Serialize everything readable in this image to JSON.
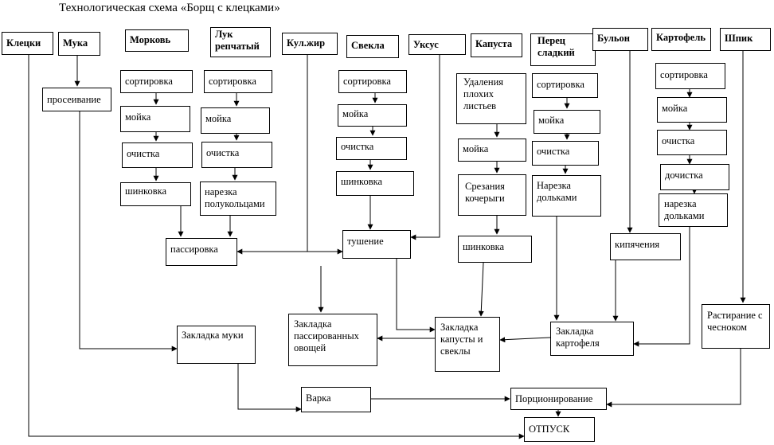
{
  "title": "Технологическая схема «Борщ с клецками»",
  "nodes": {
    "klecki": "Клецки",
    "muka": "Мука",
    "morkov": "Морковь",
    "luk": "Лук репчатый",
    "kulzhir": "Кул.жир",
    "svekla": "Свекла",
    "uksus": "Уксус",
    "kapusta": "Капуста",
    "perec": "Перец сладкий",
    "bulon": "Бульон",
    "kartofel": "Картофель",
    "shpik": "Шпик",
    "proseivanie": "просеивание",
    "m_sort": "сортировка",
    "m_moika": "мойка",
    "m_ochistka": "очистка",
    "m_shinkovka": "шинковка",
    "l_sort": "сортировка",
    "l_moika": "мойка",
    "l_ochistka": "очистка",
    "l_narezka": "нарезка полукольцами",
    "s_sort": "сортировка",
    "s_moika": "мойка",
    "s_ochistka": "очистка",
    "s_shinkovka": "шинковка",
    "k_udalenie": "Удаления плохих листьев",
    "k_moika": "мойка",
    "k_srezanie": "Срезания кочерыги",
    "k_shinkovka": "шинковка",
    "p_sort": "сортировка",
    "p_moika": "мойка",
    "p_ochistka": "очистка",
    "p_narezka": "Нарезка дольками",
    "kart_sort": "сортировка",
    "kart_moika": "мойка",
    "kart_ochistka": "очистка",
    "kart_dochistka": "дочистка",
    "kart_narezka": "нарезка дольками",
    "passirovka": "пассировка",
    "tushenie": "тушение",
    "kipyachenie": "кипячения",
    "rastiranie": "Растирание с чесноком",
    "zakladka_muki": "Закладка муки",
    "zakladka_pass": "Закладка пассированных овощей",
    "zakladka_kap": "Закладка капусты и свеклы",
    "zakladka_kart": "Закладка картофеля",
    "varka": "Варка",
    "porcion": "Порционирование",
    "otpusk": "ОТПУСК"
  }
}
